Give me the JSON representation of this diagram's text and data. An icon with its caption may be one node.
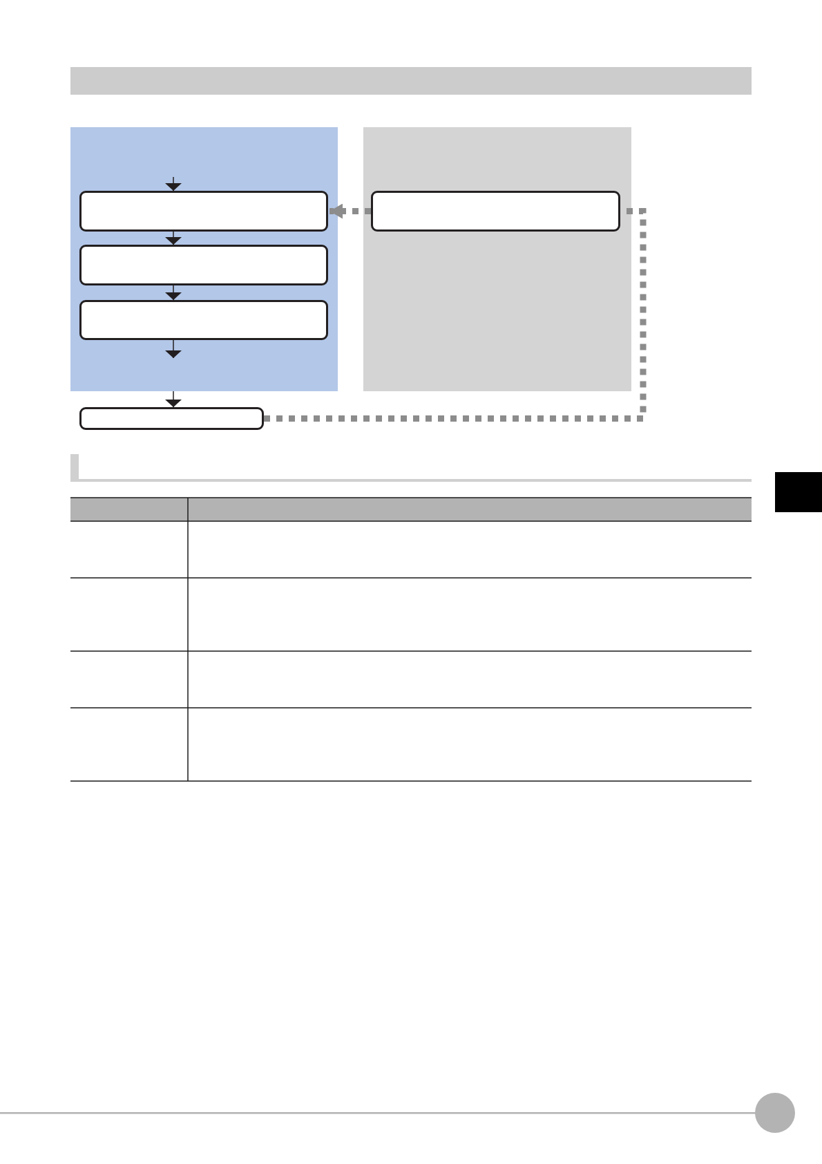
{
  "diagram": {
    "nodes": [
      {
        "text": [],
        "shape": "bar"
      },
      {
        "text": [],
        "shape": "box"
      },
      {
        "text": [],
        "shape": "box",
        "in": 1
      },
      {
        "text": [],
        "shape": "box",
        "in": 1
      },
      {
        "text": [],
        "shape": "box",
        "in": 1
      },
      {
        "text": [],
        "shape": "box"
      },
      {
        "text": [],
        "shape": "box",
        "in": 5
      },
      {
        "text": [],
        "shape": "box"
      }
    ],
    "edges": [
      {
        "from": null,
        "to": 2,
        "arrow": "to"
      },
      {
        "from": 2,
        "to": 3,
        "arrow": "to"
      },
      {
        "from": 3,
        "to": 4,
        "arrow": "to"
      },
      {
        "from": 4,
        "to": null,
        "arrow": "to"
      },
      {
        "from": 1,
        "to": 7,
        "arrow": "to"
      },
      {
        "from": 7,
        "to": 6,
        "arrow": "none",
        "style": "dashed",
        "color": "#8c8c8c"
      },
      {
        "from": 6,
        "to": 2,
        "arrow": "to",
        "style": "dashed",
        "color": "#8c8c8c"
      }
    ]
  }
}
